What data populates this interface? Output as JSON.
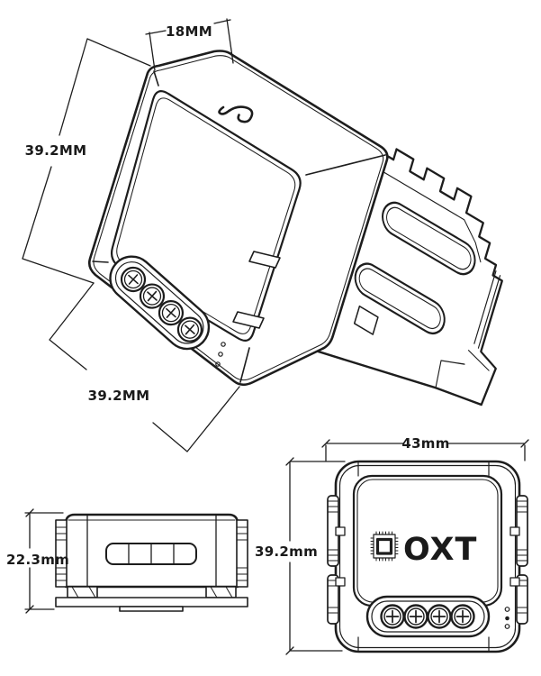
{
  "drawing": {
    "brand": "OXT",
    "line_color": "#1d1d1d",
    "background": "#ffffff",
    "dimensions": {
      "iso_depth": "18MM",
      "iso_height": "39.2MM",
      "iso_width": "39.2MM",
      "side_height": "22.3mm",
      "front_height": "39.2mm",
      "front_width": "43mm"
    },
    "icons": [
      "hook-icon",
      "chip-icon",
      "screw-terminal-icon"
    ]
  }
}
